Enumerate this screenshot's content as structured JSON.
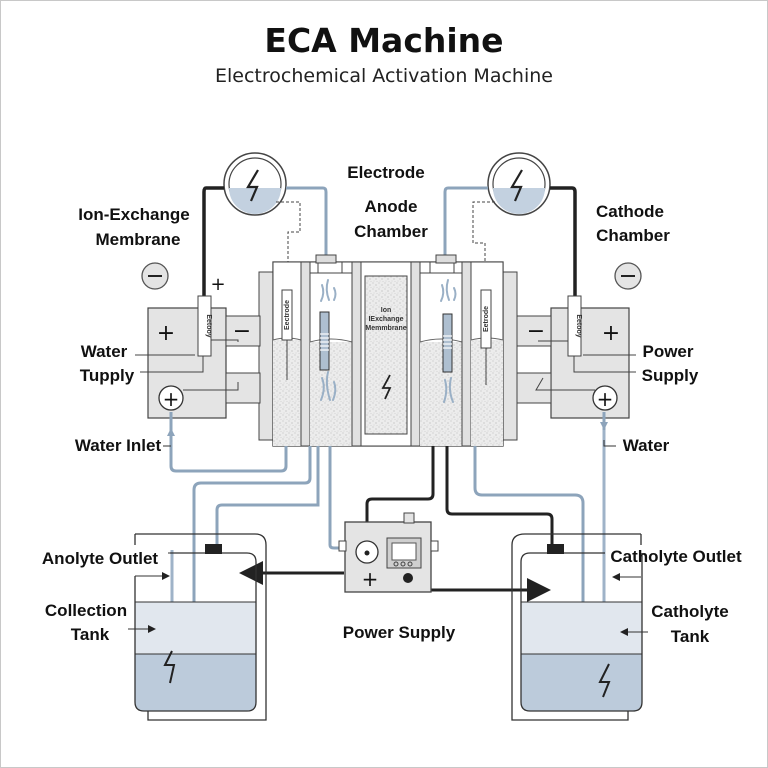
{
  "header": {
    "title": "ECA Machine",
    "subtitle": "Electrochemical Activation Machine"
  },
  "labels": {
    "electrode": "Electrode",
    "anode_chamber_line1": "Anode",
    "anode_chamber_line2": "Chamber",
    "ion_exchange_line1": "Ion-Exchange",
    "ion_exchange_line2": "Membrane",
    "cathode_chamber_line1": "Cathode",
    "cathode_chamber_line2": "Chamber",
    "water_supply_line1": "Water",
    "water_supply_line2": "Tupply",
    "power_supply_right_line1": "Power",
    "power_supply_right_line2": "Supply",
    "water_inlet": "Water Inlet",
    "water_right": "Water",
    "anolyte_outlet": "Anolyte Outlet",
    "collection_tank_line1": "Collection",
    "collection_tank_line2": "Tank",
    "power_supply_center": "Power Supply",
    "catholyte_outlet": "Catholyte Outlet",
    "catholyte_tank_line1": "Catholyte",
    "catholyte_tank_line2": "Tank"
  },
  "cell": {
    "left_electrode_label": "Eectrode",
    "right_electrode_label": "Eetrode",
    "left_module_label": "Eetooy",
    "right_module_label": "Eetooy",
    "membrane_line1": "Ion",
    "membrane_line2": "IExchange",
    "membrane_line3": "Memmbrane"
  },
  "symbols": {
    "plus": "+",
    "minus": "−",
    "bolt": "⚡"
  },
  "colors": {
    "pipe_blue": "#8da4bb",
    "liquid_light": "#e3e8ee",
    "liquid_dark": "#bccbdb",
    "housing_gray": "#e6e6e6",
    "wire_black": "#222222"
  }
}
